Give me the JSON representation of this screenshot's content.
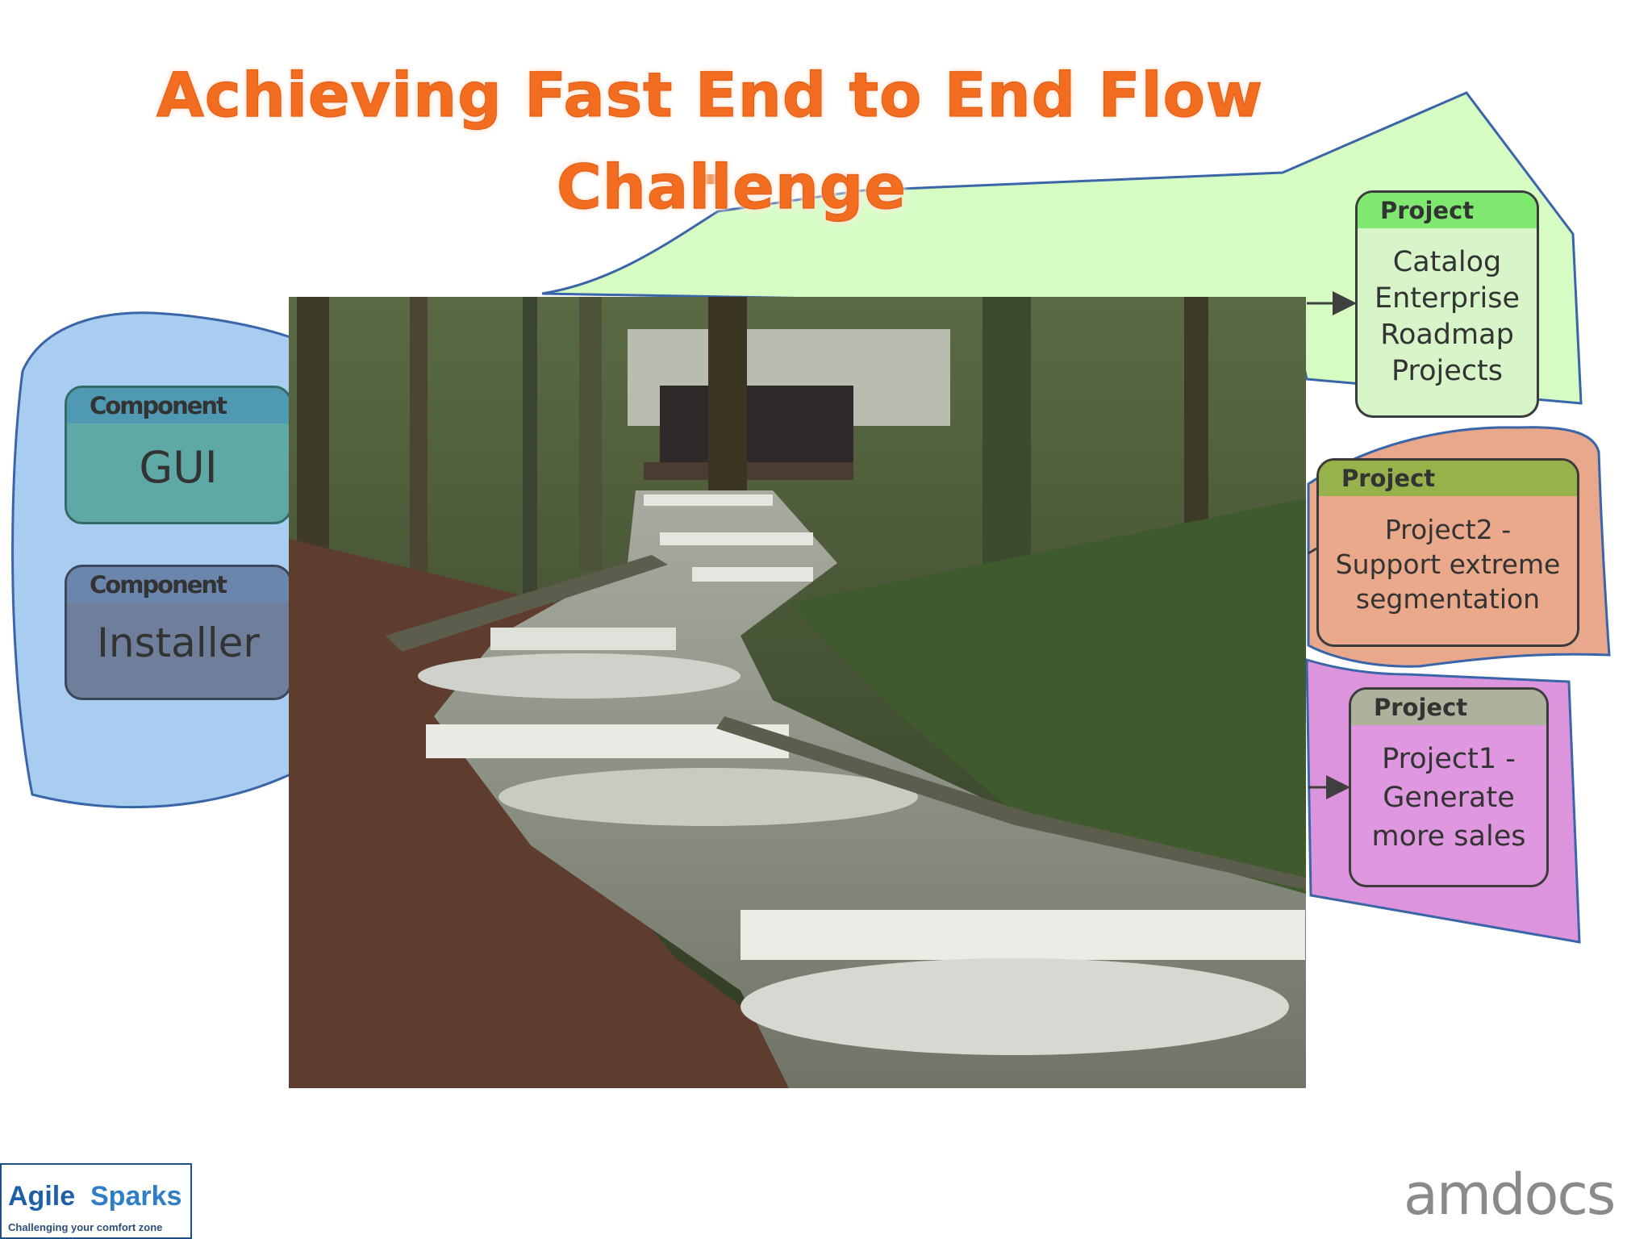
{
  "slide": {
    "title_line1": "Achieving Fast End to End Flow -",
    "title_line2": "Challenge",
    "title_color": "#f26d1f"
  },
  "photo": {
    "subject": "stepped stream with small waterfalls running through a wooded park",
    "icon": "waterfall-photo"
  },
  "components": [
    {
      "header": "Component",
      "label": "GUI"
    },
    {
      "header": "Component",
      "label": "Installer"
    }
  ],
  "projects": [
    {
      "header": "Project",
      "label_lines": [
        "Catalog",
        "Enterprise",
        "Roadmap",
        "Projects"
      ]
    },
    {
      "header": "Project",
      "label_lines": [
        "Project2 -",
        "Support extreme",
        "segmentation"
      ]
    },
    {
      "header": "Project",
      "label_lines": [
        "Project1 -",
        "Generate",
        "more sales"
      ]
    }
  ],
  "colors": {
    "components_callout": "#a9cdf0",
    "catalog_callout": "#d6fcc4",
    "project2_callout": "#e9a78c",
    "project1_callout": "#dc95dc",
    "callout_outline": "#3a65a8"
  },
  "logos": {
    "agile_word1": "Agile",
    "agile_word2": "Sparks",
    "agile_tagline": "Challenging your comfort zone",
    "amdocs": "amdocs"
  }
}
